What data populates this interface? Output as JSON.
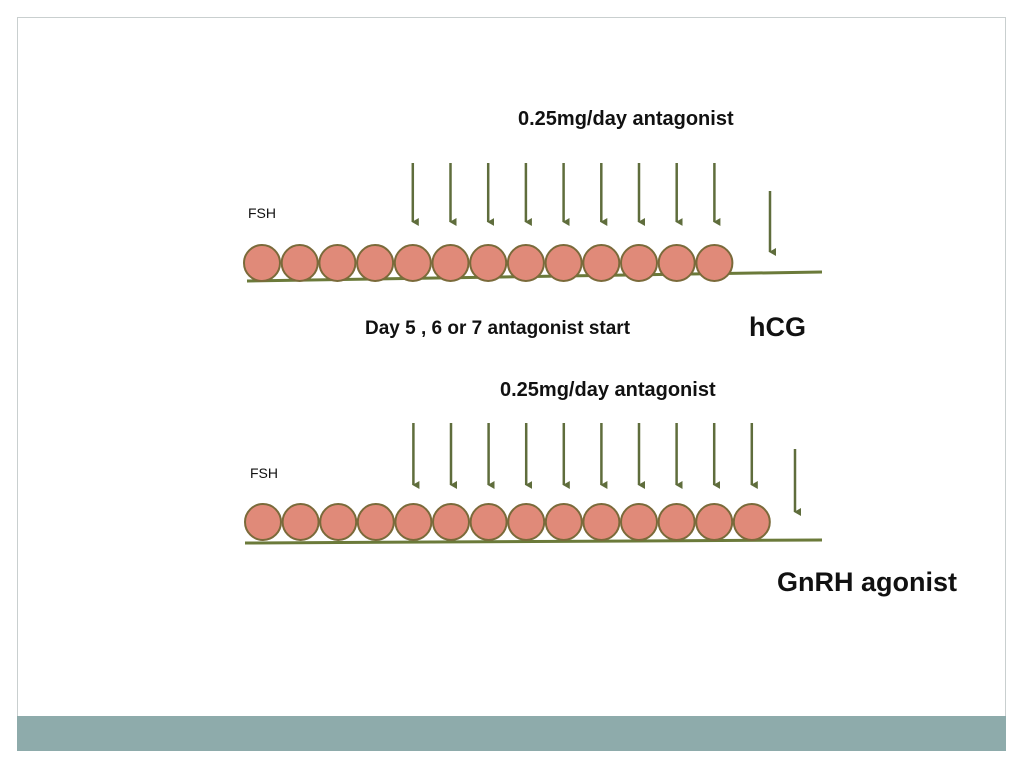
{
  "title": "",
  "protocol_top": {
    "dose_label": "0.25mg/day antagonist",
    "hormone_label": "FSH",
    "injection_days": 13,
    "antagonist_days": 9,
    "start_label": "Day 5 , 6 or 7  antagonist start",
    "trigger_label": "hCG"
  },
  "protocol_bottom": {
    "dose_label": "0.25mg/day antagonist",
    "hormone_label": "FSH",
    "injection_days": 14,
    "antagonist_days": 10,
    "trigger_label": "GnRH agonist"
  },
  "colors": {
    "dose_circle_fill": "#e08a79",
    "dose_circle_stroke": "#7a6a3a",
    "timeline": "#6b7a3a",
    "arrow": "#5f6d3c",
    "footer_bar": "#8eabab"
  }
}
